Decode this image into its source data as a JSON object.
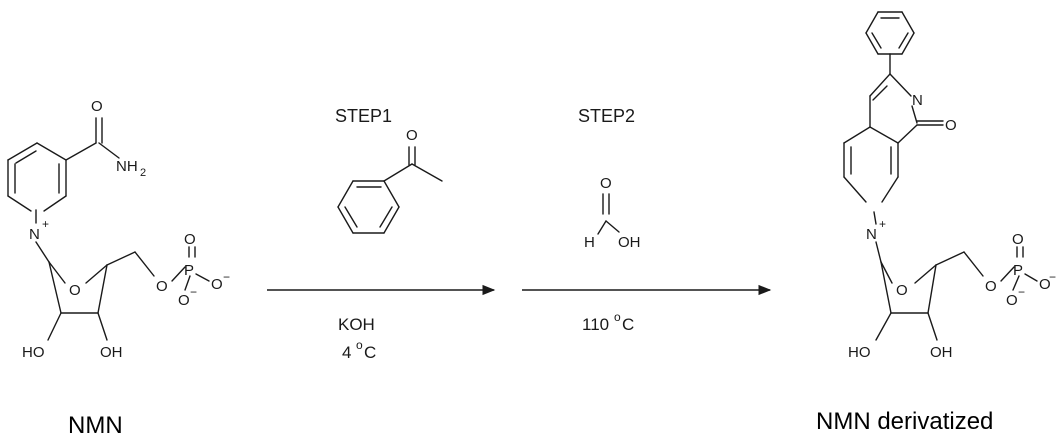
{
  "reactant": {
    "name": "NMN"
  },
  "product": {
    "name": "NMN derivatized"
  },
  "atoms": {
    "O": "O",
    "N": "N",
    "NH": "NH",
    "H2_sub": "2",
    "P": "P",
    "minus": "−",
    "HO": "HO",
    "OH": "OH",
    "H": "H"
  },
  "step1": {
    "label": "STEP1",
    "reagent": "KOH",
    "temp_value": "4",
    "temp_deg": "o",
    "temp_unit": "C"
  },
  "step2": {
    "label": "STEP2",
    "temp_value": "110",
    "temp_deg": "o",
    "temp_unit": "C"
  }
}
